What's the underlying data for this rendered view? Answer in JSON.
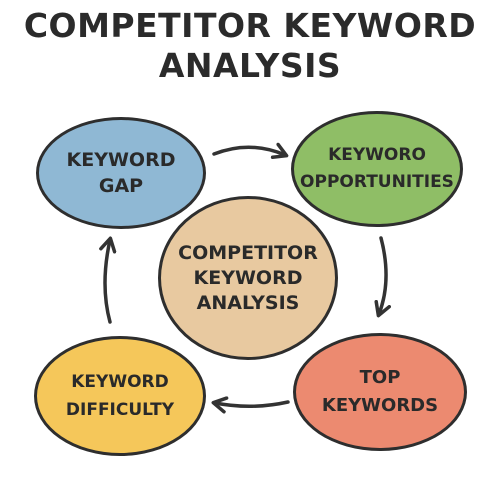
{
  "title": {
    "line1": "COMPETITOR KEYWORD",
    "line2": "ANALYSIS"
  },
  "nodes": {
    "keyword_gap": {
      "line1": "KEYWORD",
      "line2": "GAP"
    },
    "keyword_opportunities": {
      "line1": "KEYWORO",
      "line2": "OPPORTUNITIES"
    },
    "center": {
      "line1": "COMPETITOR",
      "line2": "KEYWORD",
      "line3": "ANALYSIS"
    },
    "keyword_difficulty": {
      "line1": "KEYWORD",
      "line2": "DIFFICULTY"
    },
    "top_keywords": {
      "line1": "TOP",
      "line2": "KEYWORDS"
    }
  },
  "colors": {
    "keyword_gap": "#8fb8d4",
    "keyword_opportunities": "#8fbe66",
    "center": "#e8c9a0",
    "keyword_difficulty": "#f5c75a",
    "top_keywords": "#ec8a70",
    "outline": "#2e2e2e",
    "text": "#2a2a2a"
  }
}
